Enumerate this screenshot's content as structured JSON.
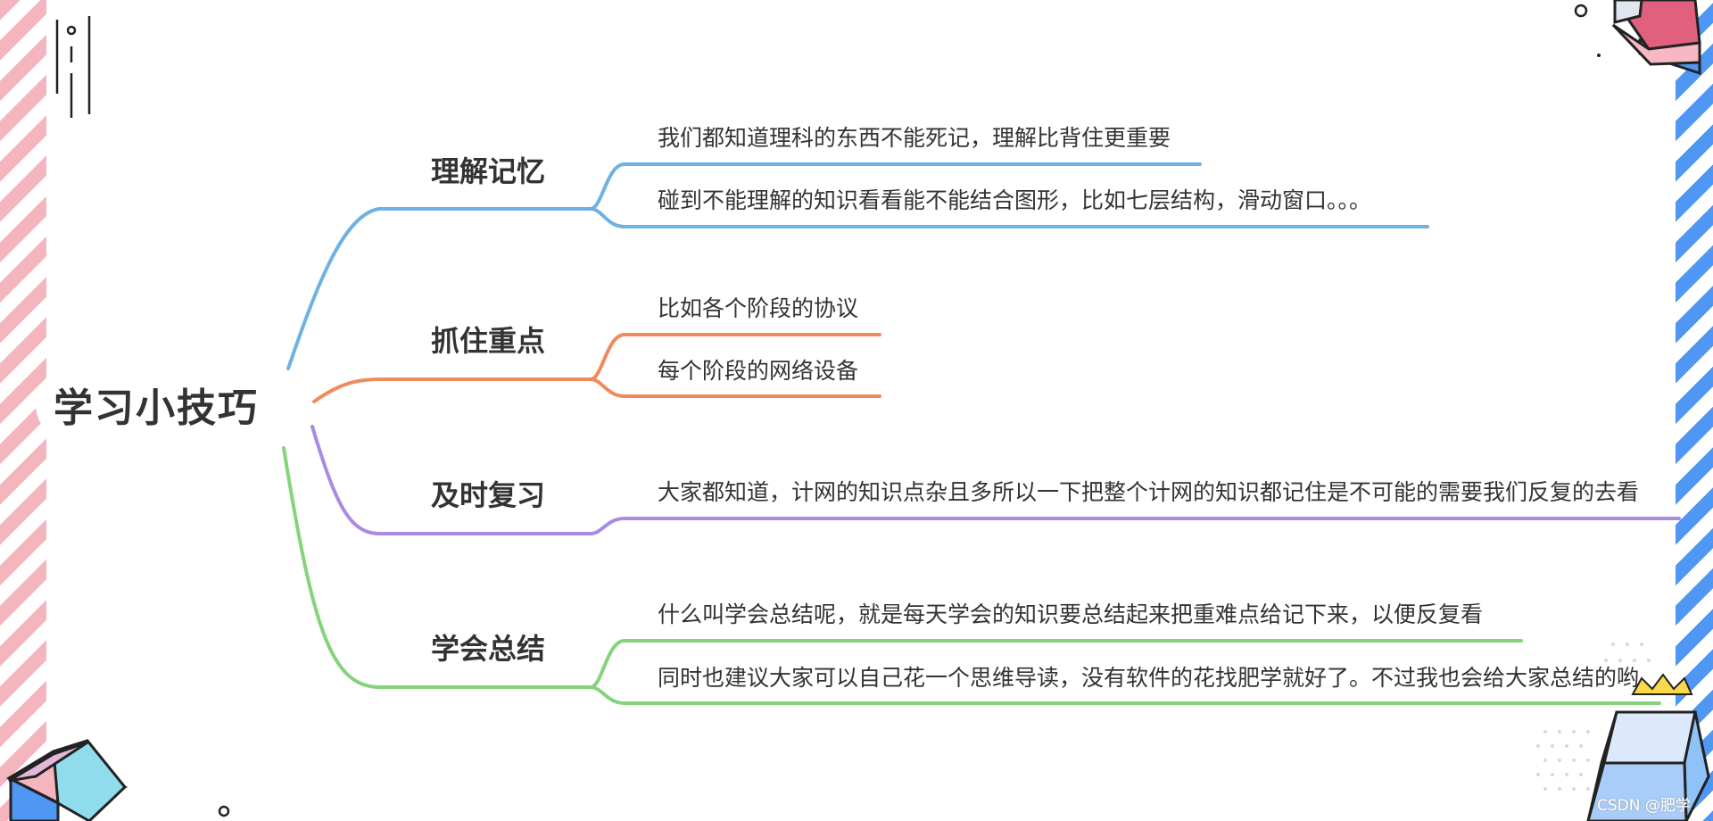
{
  "mindmap": {
    "center": "学习小技巧",
    "branches": [
      {
        "label": "理解记忆",
        "color": "#6fb2e2",
        "items": [
          "我们都知道理科的东西不能死记，理解比背住更重要",
          "碰到不能理解的知识看看能不能结合图形，比如七层结构，滑动窗口。。。"
        ]
      },
      {
        "label": "抓住重点",
        "color": "#ef8a5c",
        "items": [
          "比如各个阶段的协议",
          "每个阶段的网络设备"
        ]
      },
      {
        "label": "及时复习",
        "color": "#a98be3",
        "items": [
          "大家都知道，计网的知识点杂且多所以一下把整个计网的知识都记住是不可能的需要我们反复的去看"
        ]
      },
      {
        "label": "学会总结",
        "color": "#86d37d",
        "items": [
          "什么叫学会总结呢，就是每天学会的知识要总结起来把重难点给记下来，以便反复看",
          "同时也建议大家可以自己花一个思维导读，没有软件的花找肥学就好了。不过我也会给大家总结的哟"
        ]
      }
    ]
  },
  "watermark": "CSDN @肥学"
}
